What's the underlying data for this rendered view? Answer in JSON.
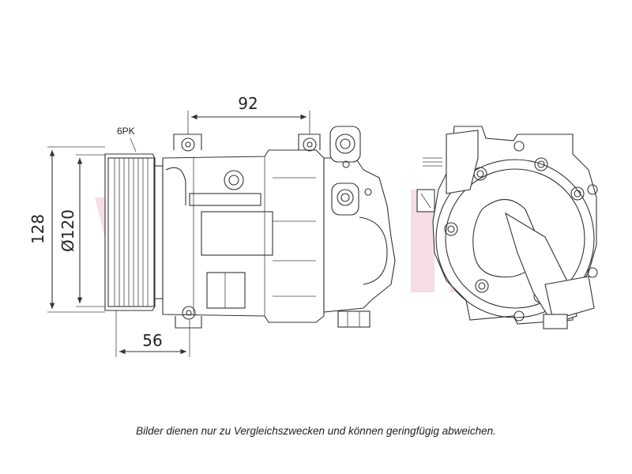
{
  "labels": {
    "belt_type": "6PK",
    "dim_width": "92",
    "dim_height": "128",
    "dim_pulley_diameter": "Ø120",
    "dim_pulley_offset": "56"
  },
  "watermark": {
    "text": "AKS",
    "color": "#e8a0b4"
  },
  "caption": "Bilder dienen nur zu Vergleichszwecken und können geringfügig abweichen."
}
